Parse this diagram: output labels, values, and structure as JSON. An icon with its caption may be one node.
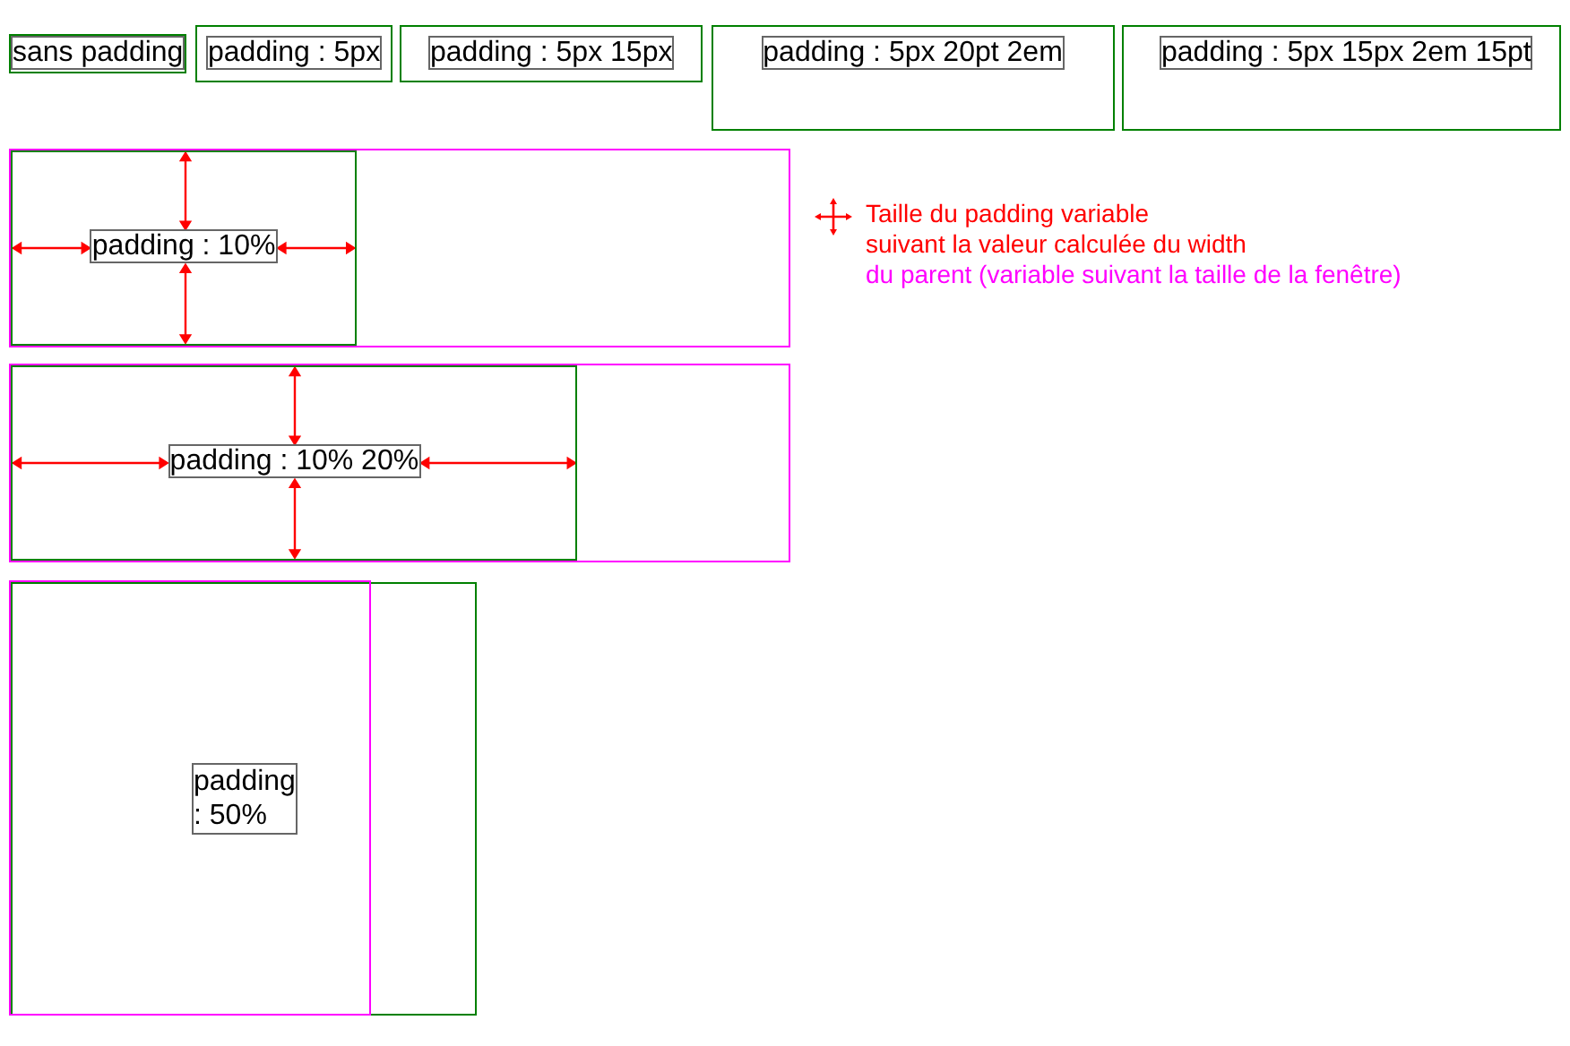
{
  "diagram": {
    "nodes": [
      {
        "text": [],
        "shape": "box"
      },
      {
        "text": [
          "sans padding"
        ],
        "in": 0
      },
      {
        "text": [],
        "shape": "box"
      },
      {
        "text": [
          "padding : 5px"
        ],
        "in": 2
      },
      {
        "text": [],
        "shape": "box"
      },
      {
        "text": [
          "padding : 5px 15px"
        ],
        "in": 4
      },
      {
        "text": [],
        "shape": "box"
      },
      {
        "text": [
          "padding : 5px 20pt 2em"
        ],
        "in": 6
      },
      {
        "text": [],
        "shape": "box"
      },
      {
        "text": [
          "padding : 5px 15px 2em 15pt"
        ],
        "in": 8
      },
      {
        "text": [],
        "shape": "box"
      },
      {
        "text": [],
        "shape": "box",
        "in": 10
      },
      {
        "text": [
          "padding : 10%"
        ],
        "in": 11
      },
      {
        "text": [],
        "shape": "box"
      },
      {
        "text": [],
        "shape": "box",
        "in": 13
      },
      {
        "text": [
          "padding : 10% 20%"
        ],
        "in": 14
      },
      {
        "text": [],
        "shape": "box"
      },
      {
        "text": [],
        "shape": "box",
        "in": 16
      },
      {
        "text": [
          "padding : 50%"
        ],
        "in": 17
      }
    ],
    "labels": [
      "du parent (variable suivant la taille de la fenêtre)"
    ],
    "legend": [
      {
        "text": "Taille du padding variable suivant la valeur calculée du width"
      }
    ]
  }
}
